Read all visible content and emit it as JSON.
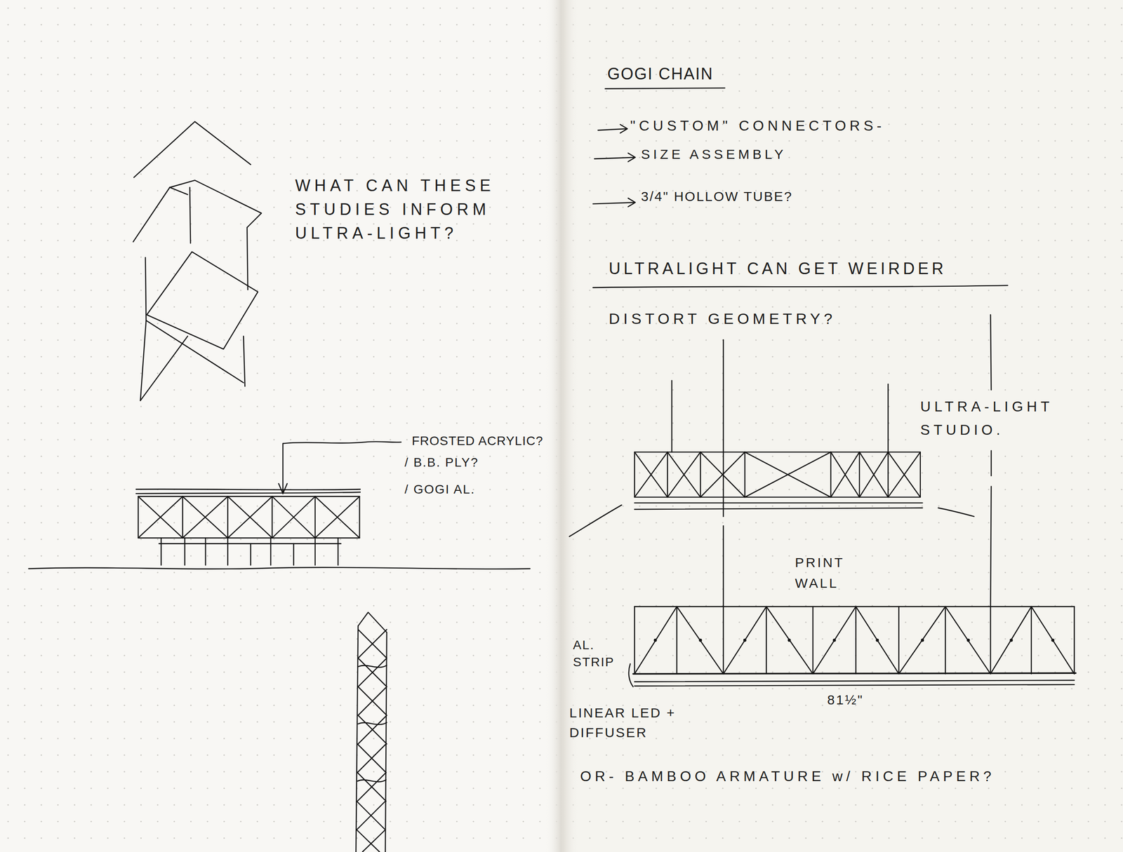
{
  "diagram": {
    "labels": [
      "WHAT CAN THESE STUDIES INFORM ULTRA-LIGHT?",
      "FROSTED ACRYLIC?",
      "/ B.B. PLY?",
      "/ GOGI AL.",
      "GOGI CHAIN",
      "\"CUSTOM\" CONNECTORS-",
      "SIZE ASSEMBLY",
      "3/4\" HOLLOW TUBE?",
      "ULTRALIGHT CAN GET WEIRDER",
      "DISTORT GEOMETRY?",
      "ULTRA-LIGHT STUDIO.",
      "PRINT WALL",
      "AL. STRIP",
      "81½\"",
      "LINEAR LED + DIFFUSER",
      "OR- BAMBOO ARMATURE w/ RICE PAPER?"
    ]
  }
}
